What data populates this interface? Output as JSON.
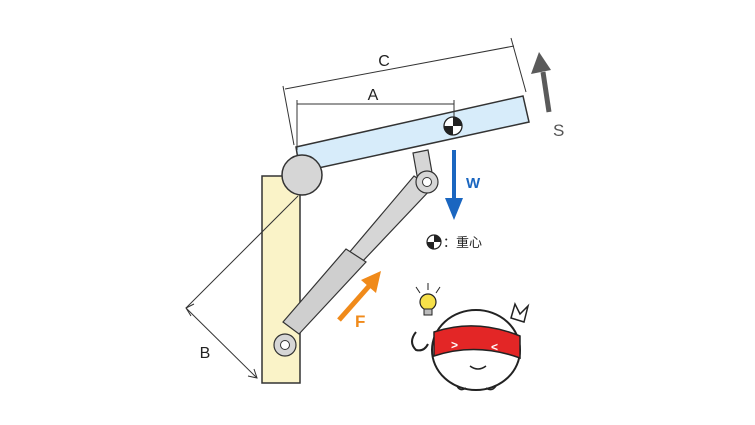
{
  "diagram": {
    "labels": {
      "c": "C",
      "a": "A",
      "b": "B",
      "s": "S",
      "w": "W",
      "f": "F"
    },
    "legend": {
      "text": "：重心",
      "icon": "center-of-gravity-symbol"
    },
    "colors": {
      "lid_fill": "#d7ecfa",
      "post_fill": "#faf3c8",
      "outline": "#333333",
      "w_arrow": "#1a66c0",
      "f_arrow": "#f08a1a",
      "s_arrow": "#5a5a5a",
      "strut_fill": "#cfcfcf",
      "mascot_band": "#e32626"
    }
  }
}
